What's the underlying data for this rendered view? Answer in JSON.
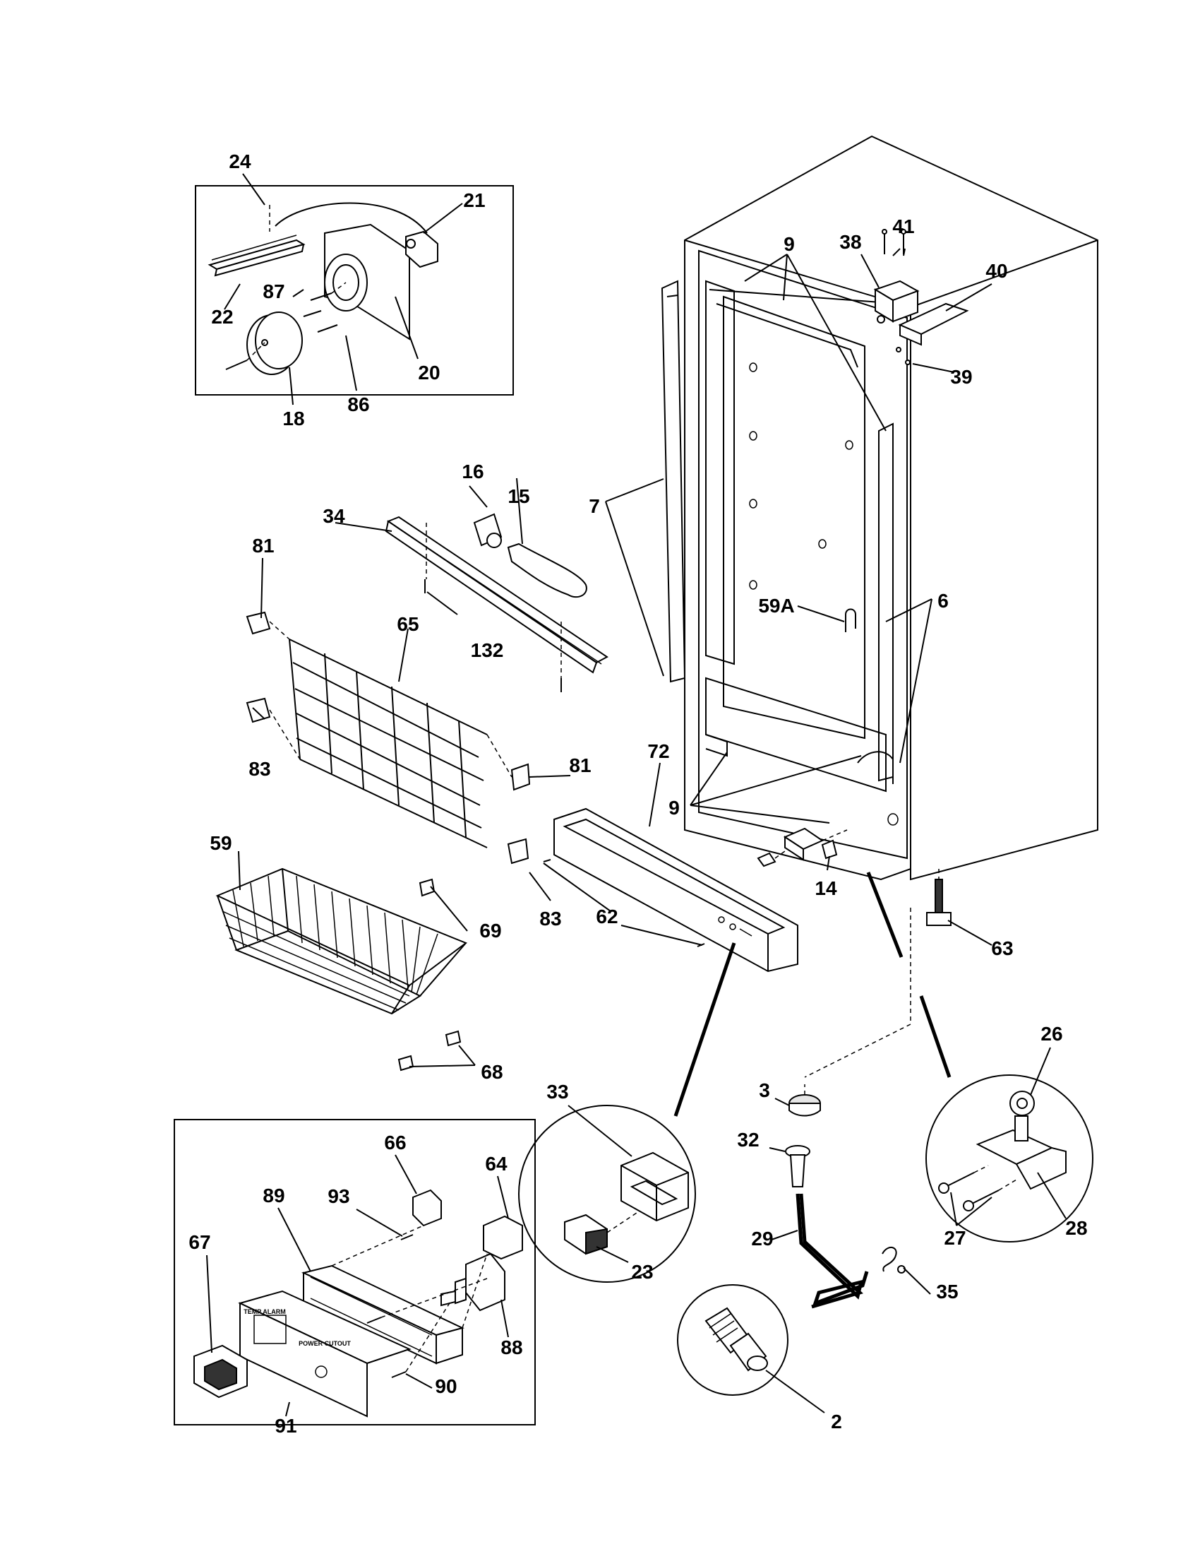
{
  "labels": {
    "l24": "24",
    "l21": "21",
    "l87": "87",
    "l22": "22",
    "l20": "20",
    "l86": "86",
    "l18": "18",
    "l9a": "9",
    "l41": "41",
    "l38": "38",
    "l40": "40",
    "l39": "39",
    "l16": "16",
    "l15": "15",
    "l34": "34",
    "l7": "7",
    "l81a": "81",
    "l65": "65",
    "l132": "132",
    "l59A": "59A",
    "l6": "6",
    "l83a": "83",
    "l81b": "81",
    "l72": "72",
    "l9b": "9",
    "l59": "59",
    "l14": "14",
    "l63": "63",
    "l69": "69",
    "l83b": "83",
    "l62": "62",
    "l68": "68",
    "l26": "26",
    "l33": "33",
    "l3": "3",
    "l32": "32",
    "l27": "27",
    "l28": "28",
    "l23": "23",
    "l29": "29",
    "l35": "35",
    "l2": "2",
    "l66": "66",
    "l64": "64",
    "l89": "89",
    "l93": "93",
    "l67": "67",
    "l88": "88",
    "l90": "90",
    "l91": "91"
  },
  "panel_text": {
    "temp_alarm": "TEMP ALARM",
    "power_cutout": "POWER CUTOUT"
  }
}
